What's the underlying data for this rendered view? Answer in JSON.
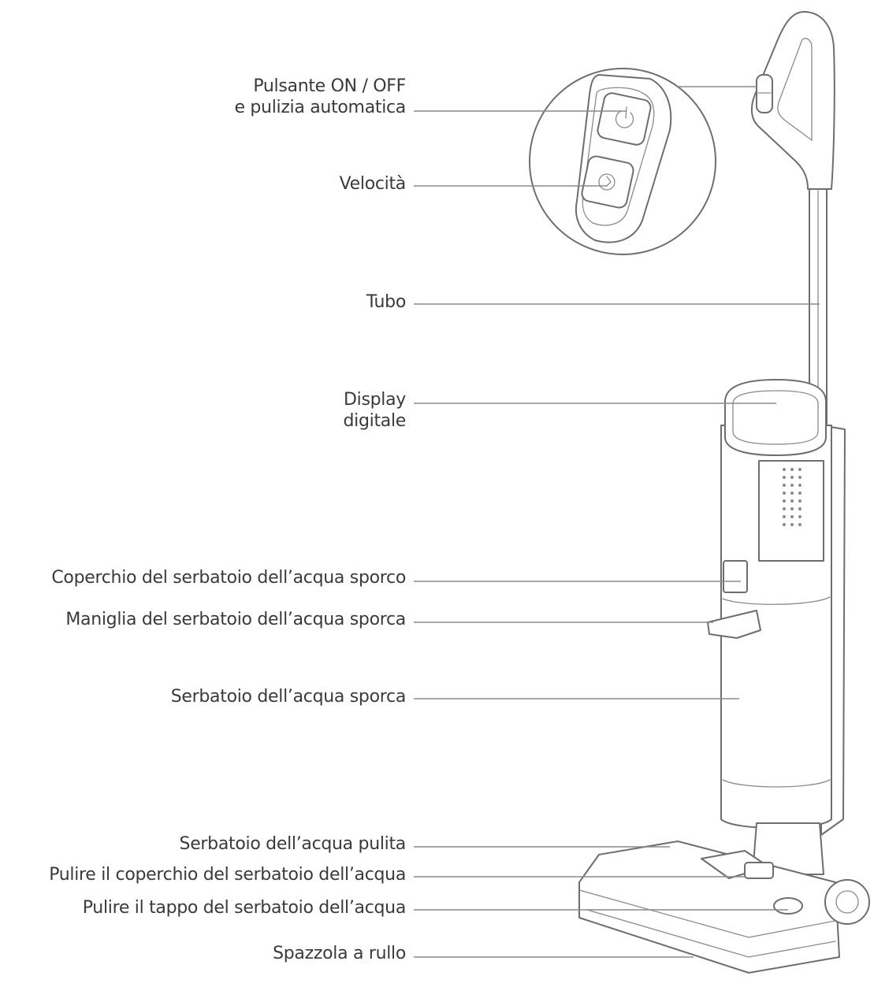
{
  "labels": {
    "power_button_line1": "Pulsante ON / OFF",
    "power_button_line2": "e pulizia automatica",
    "speed": "Velocità",
    "tube": "Tubo",
    "display_line1": "Display",
    "display_line2": "digitale",
    "dirty_tank_lid": "Coperchio del serbatoio dell’acqua sporco",
    "dirty_tank_handle": "Maniglia del serbatoio dell’acqua sporca",
    "dirty_tank": "Serbatoio dell’acqua sporca",
    "clean_tank": "Serbatoio dell’acqua pulita",
    "clean_tank_lid": "Pulire il coperchio del serbatoio dell’acqua",
    "clean_tank_cap": "Pulire il tappo del serbatoio dell’acqua",
    "roller_brush": "Spazzola a rullo"
  },
  "colors": {
    "line": "#8a8a8a",
    "text": "#3a3a3a",
    "drawing": "#6e6e6e"
  }
}
